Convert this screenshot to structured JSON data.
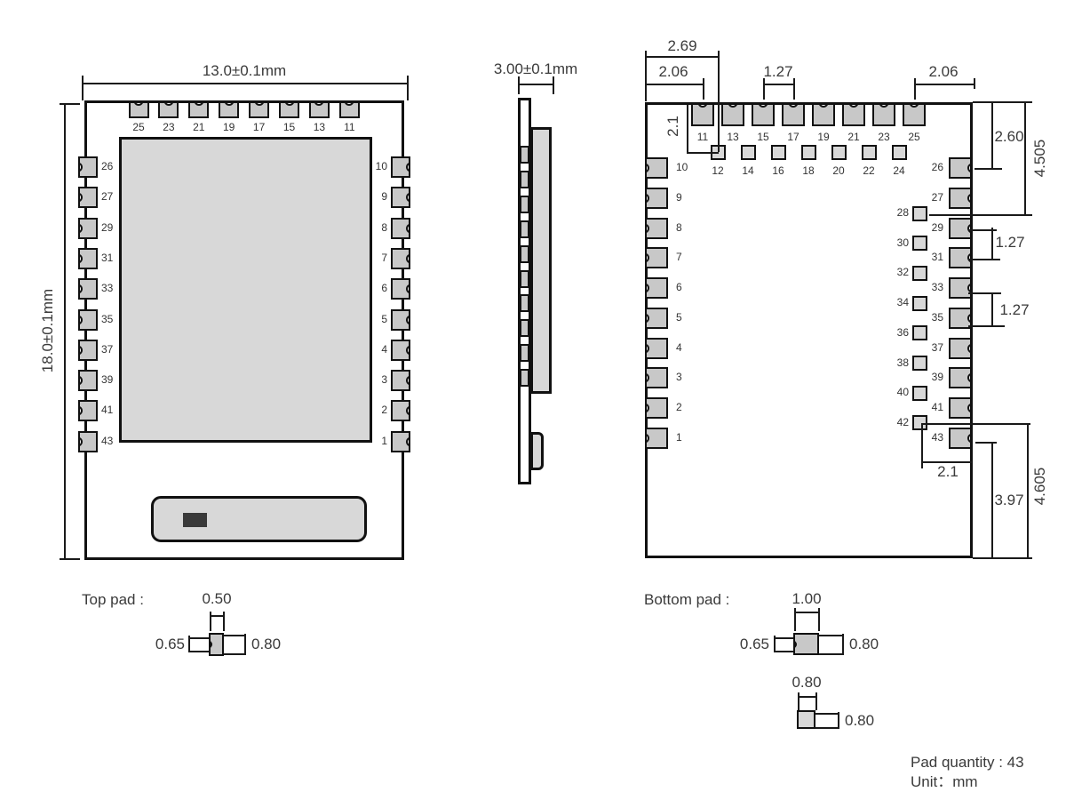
{
  "dims": {
    "top_view_width": "13.0±0.1mm",
    "top_view_height": "18.0±0.1mm",
    "side_thickness": "3.00±0.1mm",
    "bv_269": "2.69",
    "bv_206_left": "2.06",
    "bv_127_top": "1.27",
    "bv_206_right": "2.06",
    "bv_21_top": "2.1",
    "bv_260": "2.60",
    "bv_4505": "4.505",
    "bv_127_r1": "1.27",
    "bv_127_r2": "1.27",
    "bv_21_bottom": "2.1",
    "bv_397": "3.97",
    "bv_4605": "4.605"
  },
  "top_view": {
    "top_pads": [
      "25",
      "23",
      "21",
      "19",
      "17",
      "15",
      "13",
      "11"
    ],
    "left_pads": [
      "26",
      "27",
      "29",
      "31",
      "33",
      "35",
      "37",
      "39",
      "41",
      "43"
    ],
    "right_pads": [
      "10",
      "9",
      "8",
      "7",
      "6",
      "5",
      "4",
      "3",
      "2",
      "1"
    ]
  },
  "side_view": {
    "pad_count": 10
  },
  "bottom_view": {
    "top_pads": [
      "11",
      "13",
      "15",
      "17",
      "19",
      "21",
      "23",
      "25"
    ],
    "top_inner_pads": [
      "12",
      "14",
      "16",
      "18",
      "20",
      "22",
      "24"
    ],
    "left_pads": [
      "10",
      "9",
      "8",
      "7",
      "6",
      "5",
      "4",
      "3",
      "2",
      "1"
    ],
    "right_pads": [
      "26",
      "27",
      "29",
      "31",
      "33",
      "35",
      "37",
      "39",
      "41",
      "43"
    ],
    "right_inner_pads": [
      "28",
      "30",
      "32",
      "34",
      "36",
      "38",
      "40",
      "42"
    ]
  },
  "top_pad_detail": {
    "title": "Top pad :",
    "width": "0.50",
    "notch": "0.65",
    "height": "0.80"
  },
  "bottom_pad_detail": {
    "title": "Bottom pad :",
    "width": "1.00",
    "notch": "0.65",
    "height": "0.80",
    "square_width": "0.80",
    "square_height": "0.80"
  },
  "notes": {
    "pad_quantity": "Pad quantity : 43",
    "unit": "Unit：mm"
  },
  "colors": {
    "pad": "#c8c8c8",
    "inner_pad": "#d8d8d8",
    "line": "#1a1a1a",
    "text": "#3a3a3a",
    "chip": "#3a3a3a"
  }
}
